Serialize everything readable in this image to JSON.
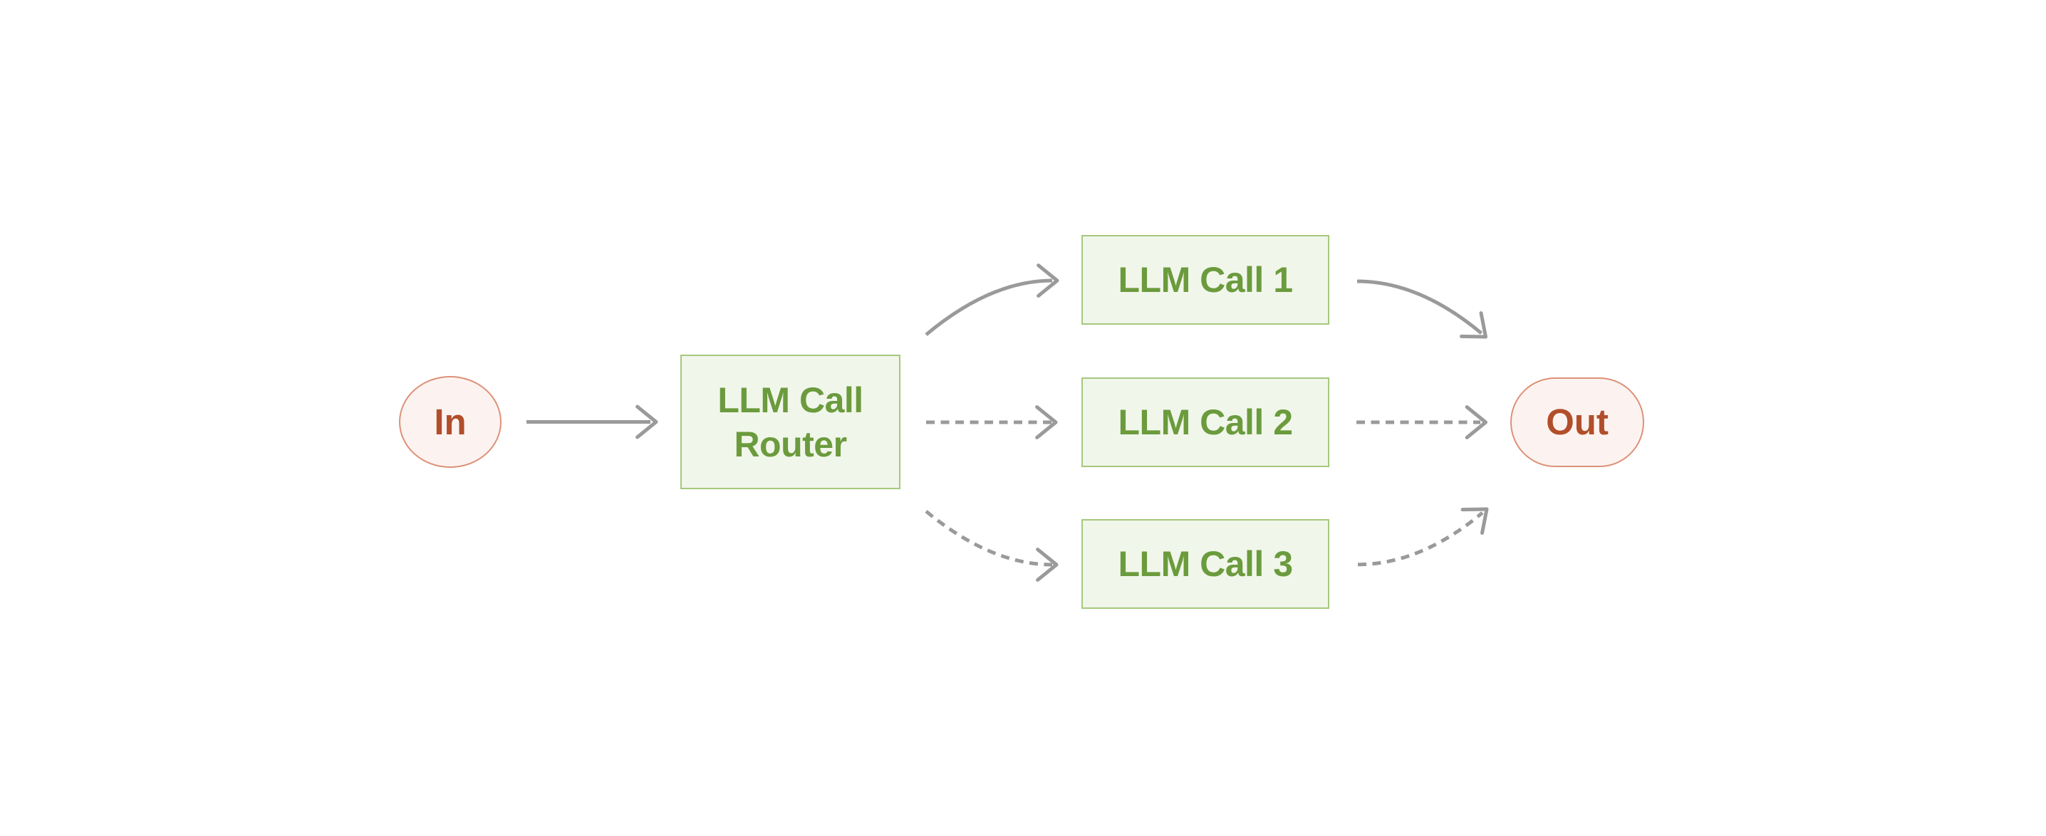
{
  "diagram": {
    "type": "flowchart",
    "background": "#ffffff",
    "nodes": {
      "in": {
        "label": "In",
        "shape": "circle",
        "fill": "#fcf3f0",
        "border": "#dd9179",
        "text_color": "#b14e2b"
      },
      "router": {
        "label": "LLM Call Router",
        "shape": "rectangle",
        "fill": "#f1f6ea",
        "border": "#a6c77e",
        "text_color": "#6b9b3d"
      },
      "call1": {
        "label": "LLM Call 1",
        "shape": "rectangle",
        "fill": "#f1f6ea",
        "border": "#a6c77e",
        "text_color": "#6b9b3d"
      },
      "call2": {
        "label": "LLM Call 2",
        "shape": "rectangle",
        "fill": "#f1f6ea",
        "border": "#a6c77e",
        "text_color": "#6b9b3d"
      },
      "call3": {
        "label": "LLM Call 3",
        "shape": "rectangle",
        "fill": "#f1f6ea",
        "border": "#a6c77e",
        "text_color": "#6b9b3d"
      },
      "out": {
        "label": "Out",
        "shape": "pill",
        "fill": "#fcf3f0",
        "border": "#dd9179",
        "text_color": "#b14e2b"
      }
    },
    "edges": [
      {
        "from": "In",
        "to": "LLM Call Router",
        "style": "solid"
      },
      {
        "from": "LLM Call Router",
        "to": "LLM Call 1",
        "style": "solid"
      },
      {
        "from": "LLM Call Router",
        "to": "LLM Call 2",
        "style": "dashed"
      },
      {
        "from": "LLM Call Router",
        "to": "LLM Call 3",
        "style": "dashed"
      },
      {
        "from": "LLM Call 1",
        "to": "Out",
        "style": "solid"
      },
      {
        "from": "LLM Call 2",
        "to": "Out",
        "style": "dashed"
      },
      {
        "from": "LLM Call 3",
        "to": "Out",
        "style": "dashed"
      }
    ],
    "colors": {
      "canvas-bg": "#ffffff",
      "green-fill": "#f1f6ea",
      "green-border": "#a6c77e",
      "green-text": "#6b9b3d",
      "red-fill": "#fcf3f0",
      "red-border": "#dd9179",
      "red-text": "#b14e2b",
      "edge-gray": "#9a9a9a"
    }
  }
}
